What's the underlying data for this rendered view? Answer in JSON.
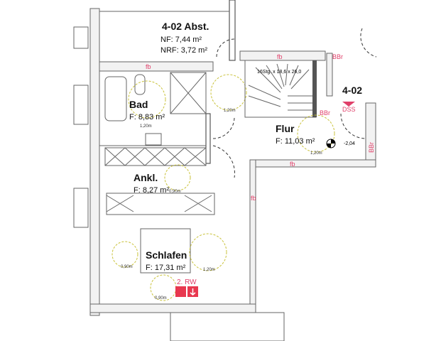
{
  "rooms": {
    "abst": {
      "name": "4-02 Abst.",
      "nf": "NF:   7,44 m²",
      "nrf": "NRF: 3,72 m²"
    },
    "bad": {
      "name": "Bad",
      "area": "F: 8,83 m²"
    },
    "flur": {
      "name": "Flur",
      "area": "F: 11,03 m²"
    },
    "ankl": {
      "name": "Ankl.",
      "area": "F: 8,27 m²"
    },
    "schlafen": {
      "name": "Schlafen",
      "area": "F: 17,31 m²"
    }
  },
  "unit_label": "4-02",
  "annotations": {
    "fb": "fb",
    "bbr": "BBr",
    "dss": "DSS",
    "stairs": "16Stg. x 18,6 x 26,0",
    "level": "-2,04",
    "escape": "2. RW",
    "dim_120": "1,20m",
    "dim_090": "0,90m"
  },
  "colors": {
    "annotation": "#e0406a",
    "turning_circle": "#c9c23a",
    "escape_sign": "#e8384f"
  }
}
